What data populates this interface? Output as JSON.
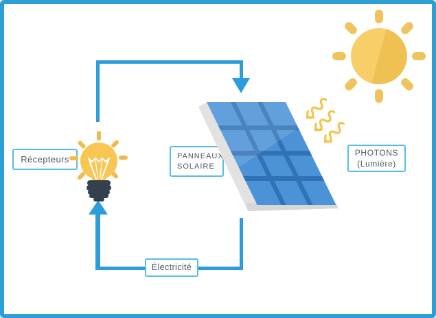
{
  "diagram_title": "",
  "labels": {
    "receivers": "Récepteurs",
    "panel_line1": "PANNEAUX",
    "panel_line2": "SOLAIRE",
    "photons_line1": "PHOTONS",
    "photons_line2": "(Lumière)",
    "electricity": "Électricité"
  },
  "flow": [
    {
      "from": "sun",
      "via": "photons",
      "to": "solar-panel"
    },
    {
      "from": "solar-panel",
      "via": "electricity-wire",
      "to": "light-bulb-receiver"
    }
  ],
  "icons": [
    "sun-icon",
    "photon-waves-icon",
    "solar-panel-icon",
    "light-bulb-icon",
    "arrow-down-icon",
    "arrow-up-icon"
  ],
  "colors": {
    "frame_border": "#2E9FD4",
    "wire_blue": "#2D9CDB",
    "label_border": "#58BCE8",
    "label_text": "#4D5660",
    "sun_light": "#F7CE68",
    "sun_dark": "#EFC152",
    "sun_ray": "#EFC45F",
    "bulb_glass": "#F8C653",
    "bulb_ray": "#F2BA4C",
    "bulb_base": "#33404E",
    "panel_face": "#4B92D6",
    "panel_grid": "#3171B5",
    "panel_side": "#E2E2E2",
    "photon_wave": "#F2C44D",
    "background": "#FFFFFF"
  }
}
